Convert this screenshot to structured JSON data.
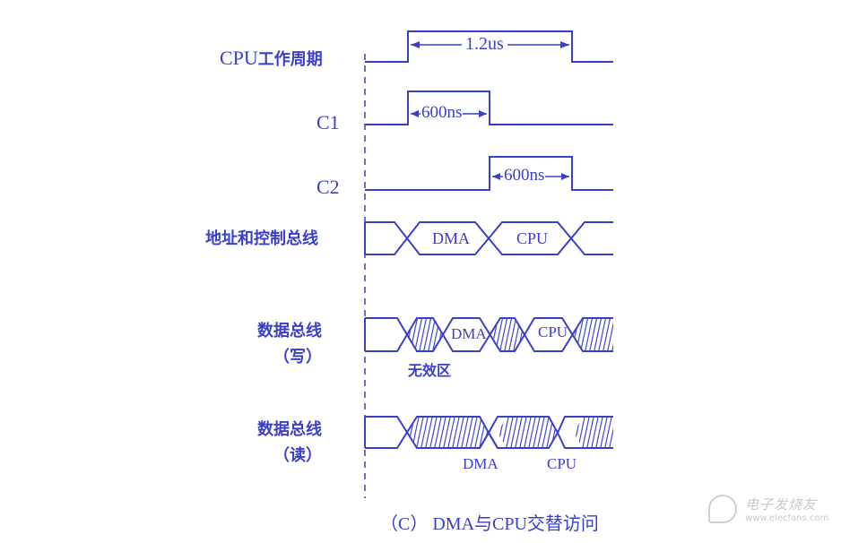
{
  "diagram": {
    "title": "（C） DMA与CPU交替访问",
    "colors": {
      "line": "#3a3fc9",
      "background": "#ffffff",
      "watermark": "#c8c8c8"
    },
    "signals": [
      {
        "id": "cpu_cycle",
        "label_prefix": "CPU",
        "label_suffix": "工作周期",
        "annotation": "1.2us"
      },
      {
        "id": "c1",
        "label": "C1",
        "annotation": "600ns"
      },
      {
        "id": "c2",
        "label": "C2",
        "annotation": "600ns"
      },
      {
        "id": "addr_ctrl_bus",
        "label": "地址和控制总线",
        "segments": [
          "DMA",
          "CPU"
        ]
      },
      {
        "id": "data_bus_write",
        "label_line1": "数据总线",
        "label_line2": "（写）",
        "segments": [
          "DMA",
          "CPU"
        ],
        "invalid_label": "无效区"
      },
      {
        "id": "data_bus_read",
        "label_line1": "数据总线",
        "label_line2": "（读）",
        "segments": [
          "DMA",
          "CPU"
        ]
      }
    ]
  },
  "watermark": {
    "name": "电子发烧友",
    "url": "www.elecfans.com"
  }
}
